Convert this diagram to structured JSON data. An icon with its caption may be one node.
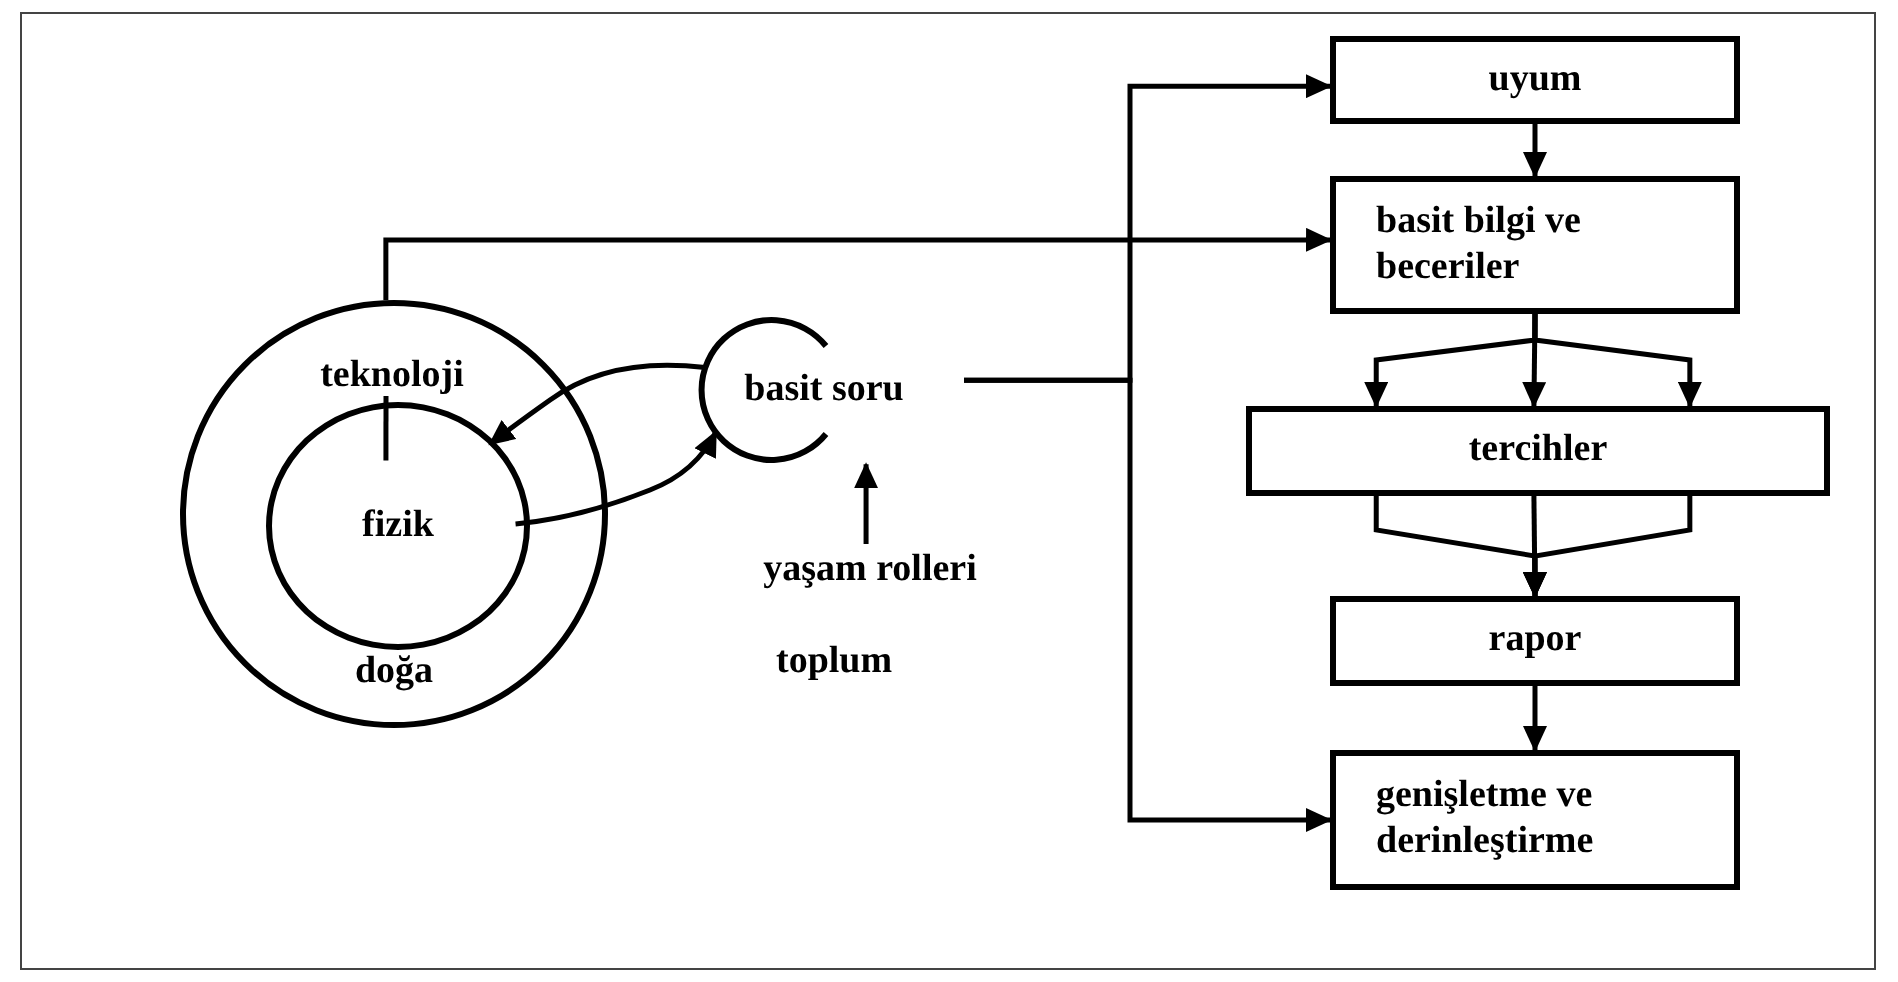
{
  "diagram": {
    "nodes": [
      {
        "text": [
          "doğa"
        ]
      },
      {
        "text": [
          "teknoloji"
        ],
        "in": 0
      },
      {
        "text": [
          "fizik"
        ],
        "in": 0
      },
      {
        "text": [
          "basit soru"
        ]
      },
      {
        "text": [
          "yaşam rolleri"
        ]
      },
      {
        "text": [
          "uyum"
        ]
      },
      {
        "text": [
          "basit bilgi ve beceriler"
        ]
      },
      {
        "text": [
          "tercihler"
        ]
      },
      {
        "text": [
          "rapor"
        ]
      },
      {
        "text": [
          "genişletme ve derinleştirme"
        ]
      }
    ],
    "edges": [
      {
        "from": 1,
        "to": 2,
        "arrow": "none"
      },
      {
        "from": 0,
        "to": 6,
        "arrow": "to"
      },
      {
        "from": 3,
        "to": 2,
        "arrow": "to"
      },
      {
        "from": 2,
        "to": 3,
        "arrow": "to"
      },
      {
        "from": 4,
        "to": 3,
        "arrow": "to"
      },
      {
        "from": 3,
        "to": 5,
        "arrow": "to"
      },
      {
        "from": 3,
        "to": 9,
        "arrow": "to"
      },
      {
        "from": 5,
        "to": 6,
        "arrow": "to"
      },
      {
        "from": 6,
        "to": 7,
        "arrow": "to"
      },
      {
        "from": 6,
        "to": 7,
        "arrow": "to"
      },
      {
        "from": 6,
        "to": 7,
        "arrow": "to"
      },
      {
        "from": 7,
        "to": 8,
        "arrow": "to"
      },
      {
        "from": 7,
        "to": 8,
        "arrow": "to"
      },
      {
        "from": 7,
        "to": 8,
        "arrow": "to"
      },
      {
        "from": 8,
        "to": 9,
        "arrow": "to"
      }
    ],
    "labels": [
      "toplum"
    ]
  }
}
